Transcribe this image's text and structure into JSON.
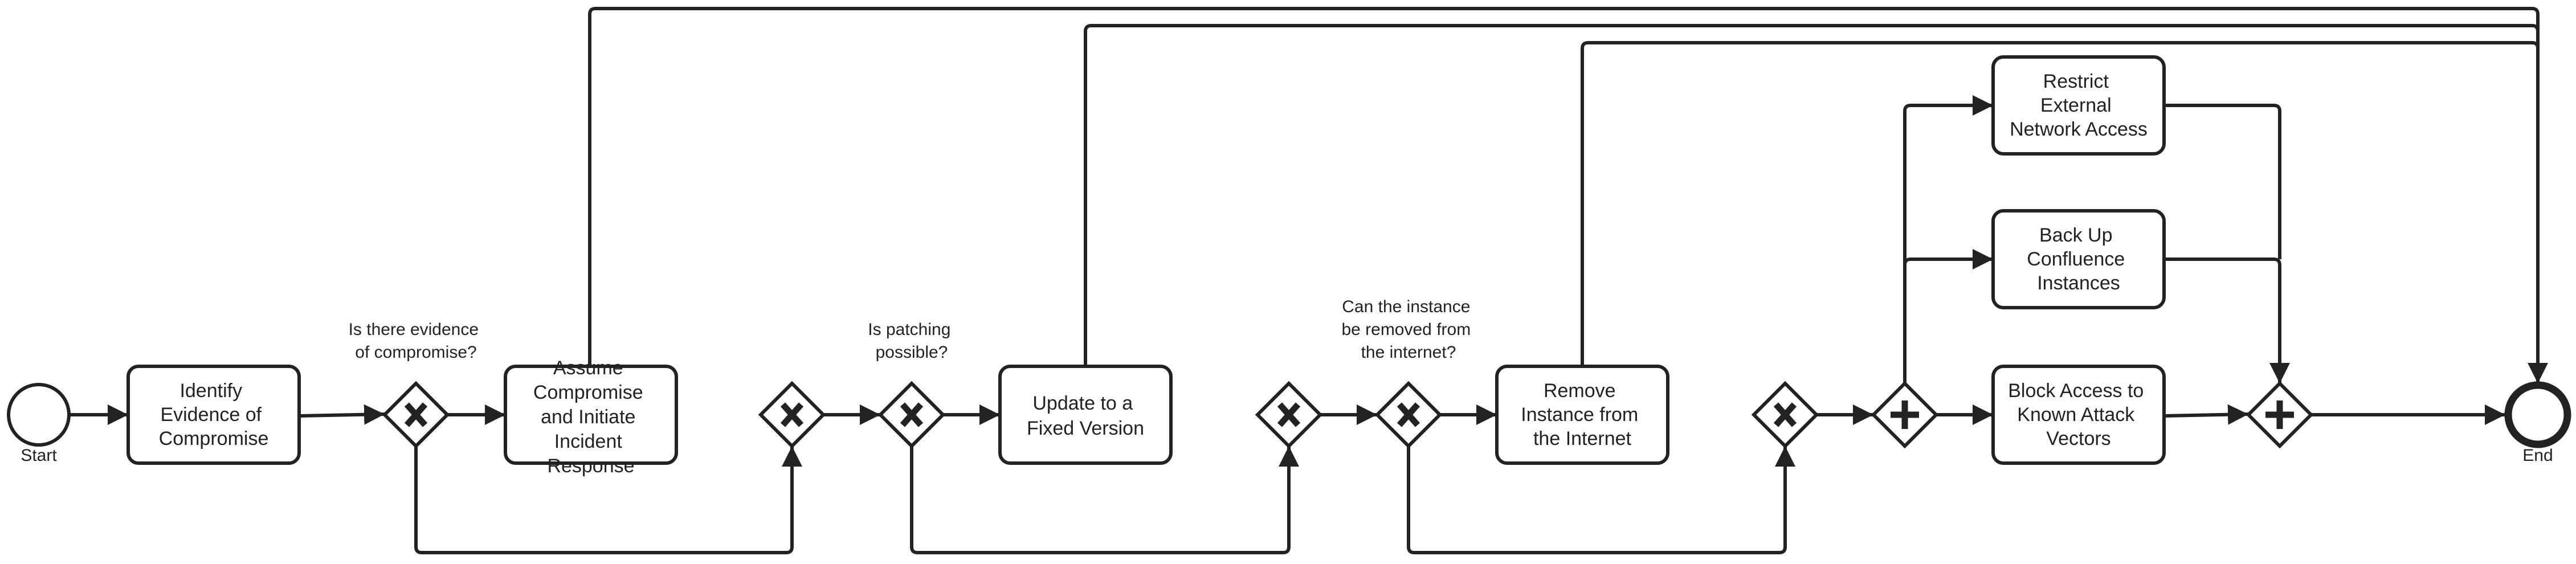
{
  "diagram": {
    "start_event": {
      "label": "Start"
    },
    "end_event": {
      "label": "End"
    },
    "tasks": [
      {
        "id": "identify",
        "lines": [
          "Identify",
          "Evidence of",
          "Compromise"
        ]
      },
      {
        "id": "assume",
        "lines": [
          "Assume",
          "Compromise",
          "and Initiate",
          "Incident",
          "Response"
        ]
      },
      {
        "id": "update",
        "lines": [
          "Update to a",
          "Fixed Version"
        ]
      },
      {
        "id": "remove",
        "lines": [
          "Remove",
          "Instance from",
          "the Internet"
        ]
      },
      {
        "id": "restrict",
        "lines": [
          "Restrict",
          "External",
          "Network Access"
        ]
      },
      {
        "id": "backup",
        "lines": [
          "Back Up",
          "Confluence",
          "Instances"
        ]
      },
      {
        "id": "block",
        "lines": [
          "Block Access to",
          "Known Attack",
          "Vectors"
        ]
      }
    ],
    "questions": [
      {
        "id": "q1",
        "lines": [
          "Is there evidence",
          "of compromise?"
        ]
      },
      {
        "id": "q2",
        "lines": [
          "Is patching",
          "possible?"
        ]
      },
      {
        "id": "q3",
        "lines": [
          "Can the instance",
          "be removed from",
          "the internet?"
        ]
      }
    ],
    "gateways": [
      {
        "id": "gw1",
        "kind": "exclusive"
      },
      {
        "id": "gw2",
        "kind": "exclusive"
      },
      {
        "id": "gw3",
        "kind": "exclusive"
      },
      {
        "id": "gw4",
        "kind": "exclusive"
      },
      {
        "id": "gw5",
        "kind": "exclusive"
      },
      {
        "id": "gw6",
        "kind": "exclusive"
      },
      {
        "id": "gw7",
        "kind": "parallel"
      },
      {
        "id": "gw8",
        "kind": "parallel"
      }
    ],
    "colors": {
      "stroke": "#222222",
      "fill": "#ffffff",
      "text": "#222222"
    }
  }
}
